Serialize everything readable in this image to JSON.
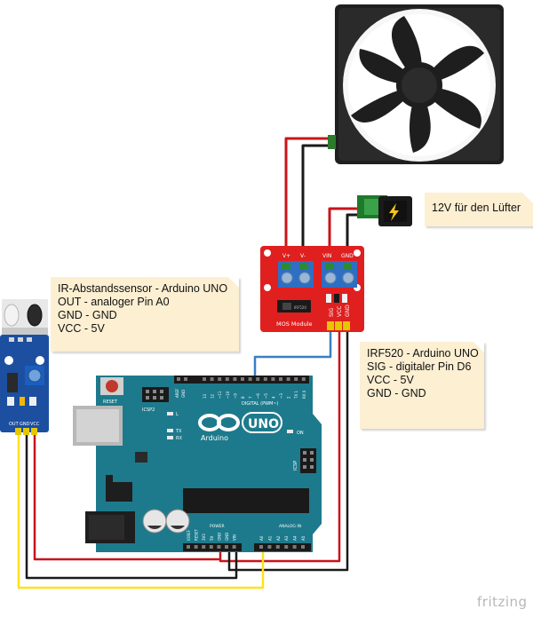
{
  "notes": {
    "ir_sensor": [
      "IR-Abstandssensor - Arduino UNO",
      "OUT - analoger Pin A0",
      "GND - GND",
      "VCC - 5V"
    ],
    "irf520": [
      "IRF520 - Arduino UNO",
      "SIG - digitaler Pin D6",
      "VCC - 5V",
      "GND - GND"
    ],
    "power": "12V für den Lüfter"
  },
  "mos_module": {
    "label": "MOS Module",
    "terminal_labels": [
      "V+",
      "V-",
      "VIN",
      "GND"
    ],
    "pin_labels": [
      "SIG",
      "VCC",
      "GND"
    ],
    "chip_label": "IRF520"
  },
  "ir_module": {
    "pin_labels": [
      "OUT",
      "GND",
      "VCC"
    ]
  },
  "arduino": {
    "brand": "Arduino",
    "model": "UNO",
    "reset_label": "RESET",
    "icsp2_label": "ICSP2",
    "icsp_label": "ICSP",
    "on_label": "ON",
    "l_label": "L",
    "tx_label": "TX",
    "rx_label": "RX",
    "digital_label": "DIGITAL (PWM~)",
    "aref_label": "AREF",
    "gnd_top_label": "GND",
    "power_label": "POWER",
    "analog_label": "ANALOG IN",
    "digital_pins": [
      "13",
      "12",
      "~11",
      "~10",
      "~9",
      "8",
      "7",
      "~6",
      "~5",
      "4",
      "~3",
      "2",
      "TX 1",
      "RX 0"
    ],
    "power_pins": [
      "IOREF",
      "RESET",
      "3V3",
      "5V",
      "GND",
      "GND",
      "VIN"
    ],
    "analog_pins": [
      "A0",
      "A1",
      "A2",
      "A3",
      "A4",
      "A5"
    ]
  },
  "watermark": "fritzing",
  "colors": {
    "wire_red": "#c8141a",
    "wire_black": "#1a1a1a",
    "wire_yellow": "#ffe11a",
    "wire_blue": "#3a7fc4",
    "arduino_board": "#1d7a8c",
    "mos_board": "#e01f1f",
    "ir_board": "#1c4fa0",
    "note_bg": "#fcefd2"
  }
}
